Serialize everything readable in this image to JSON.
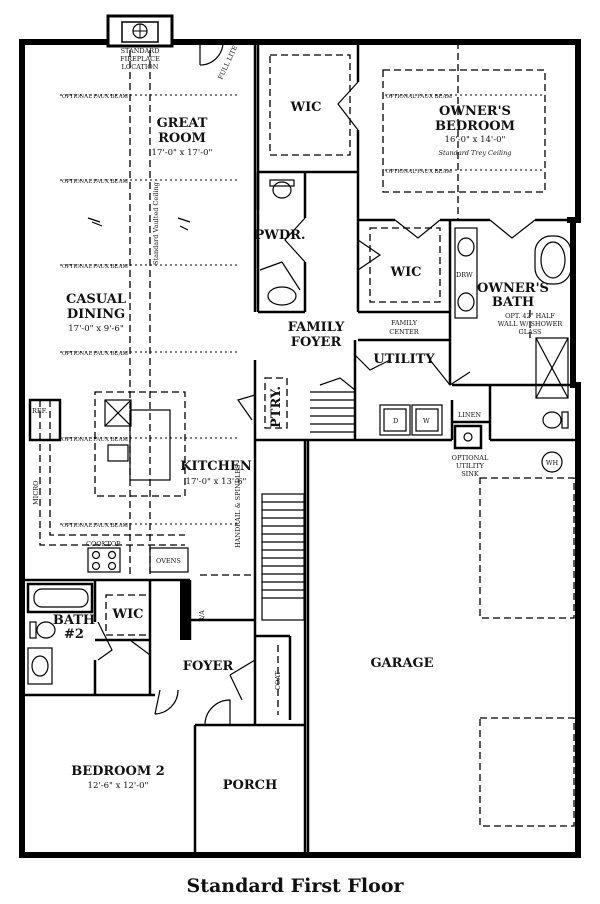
{
  "title": "Standard First Floor",
  "rooms": {
    "great_room": {
      "name_1": "GREAT",
      "name_2": "ROOM",
      "dim": "17'-0\" x 17'-0\""
    },
    "casual_dining": {
      "name_1": "CASUAL",
      "name_2": "DINING",
      "dim": "17'-0\" x 9'-6\""
    },
    "kitchen": {
      "name": "KITCHEN",
      "dim": "17'-0\" x 13'-6\""
    },
    "owners_bedroom": {
      "name_1": "OWNER'S",
      "name_2": "BEDROOM",
      "dim": "16'-0\" x 14'-0\"",
      "note": "Standard Trey Ceiling"
    },
    "owners_bath": {
      "name_1": "OWNER'S",
      "name_2": "BATH",
      "note_1": "OPT. 42\" HALF",
      "note_2": "WALL W/ SHOWER",
      "note_3": "GLASS"
    },
    "wic_owner": "WIC",
    "wic_center": "WIC",
    "wic_bedroom2": "WIC",
    "pwdr": "PWDR.",
    "family_foyer": {
      "name_1": "FAMILY",
      "name_2": "FOYER"
    },
    "family_center": {
      "name_1": "FAMILY",
      "name_2": "CENTER"
    },
    "utility": "UTILITY",
    "ptry": "PTRY.",
    "foyer": "FOYER",
    "garage": "GARAGE",
    "bedroom2": {
      "name": "BEDROOM 2",
      "dim": "12'-6\" x 12'-0\""
    },
    "bath2": {
      "name_1": "BATH",
      "name_2": "#2"
    },
    "porch": "PORCH"
  },
  "labels": {
    "fireplace_1": "STANDARD",
    "fireplace_2": "FIREPLACE",
    "fireplace_3": "LOCATION",
    "full_lite": "FULL LITE",
    "faux_beam": "OPTIONAL FAUX BEAM",
    "vaulted": "Standard Vaulted Ceiling",
    "ref": "REF.",
    "micro": "MICRO",
    "cooktop": "COOKTOP",
    "ovens": "OVENS",
    "handrail": "HANDRAIL & SPINDLES",
    "ra": "R/A",
    "coat": "COAT",
    "drw": "DRW",
    "linen": "LINEN",
    "washer": "W",
    "dryer": "D",
    "sink_1": "OPTIONAL",
    "sink_2": "UTILITY",
    "sink_3": "SINK",
    "wh": "WH"
  }
}
